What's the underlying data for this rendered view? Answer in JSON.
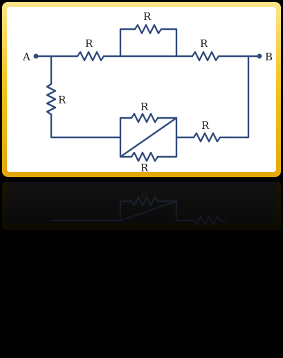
{
  "colors": {
    "background": "#000000",
    "frame_gold": "#f2c21a",
    "frame_gold_light": "#fce27a",
    "panel": "#ffffff",
    "wire": "#2f4a7c",
    "label": "#1a1a1a"
  },
  "diagram": {
    "node_a": "A",
    "node_b": "B",
    "resistor_label": "R",
    "reflection_label": "R"
  }
}
